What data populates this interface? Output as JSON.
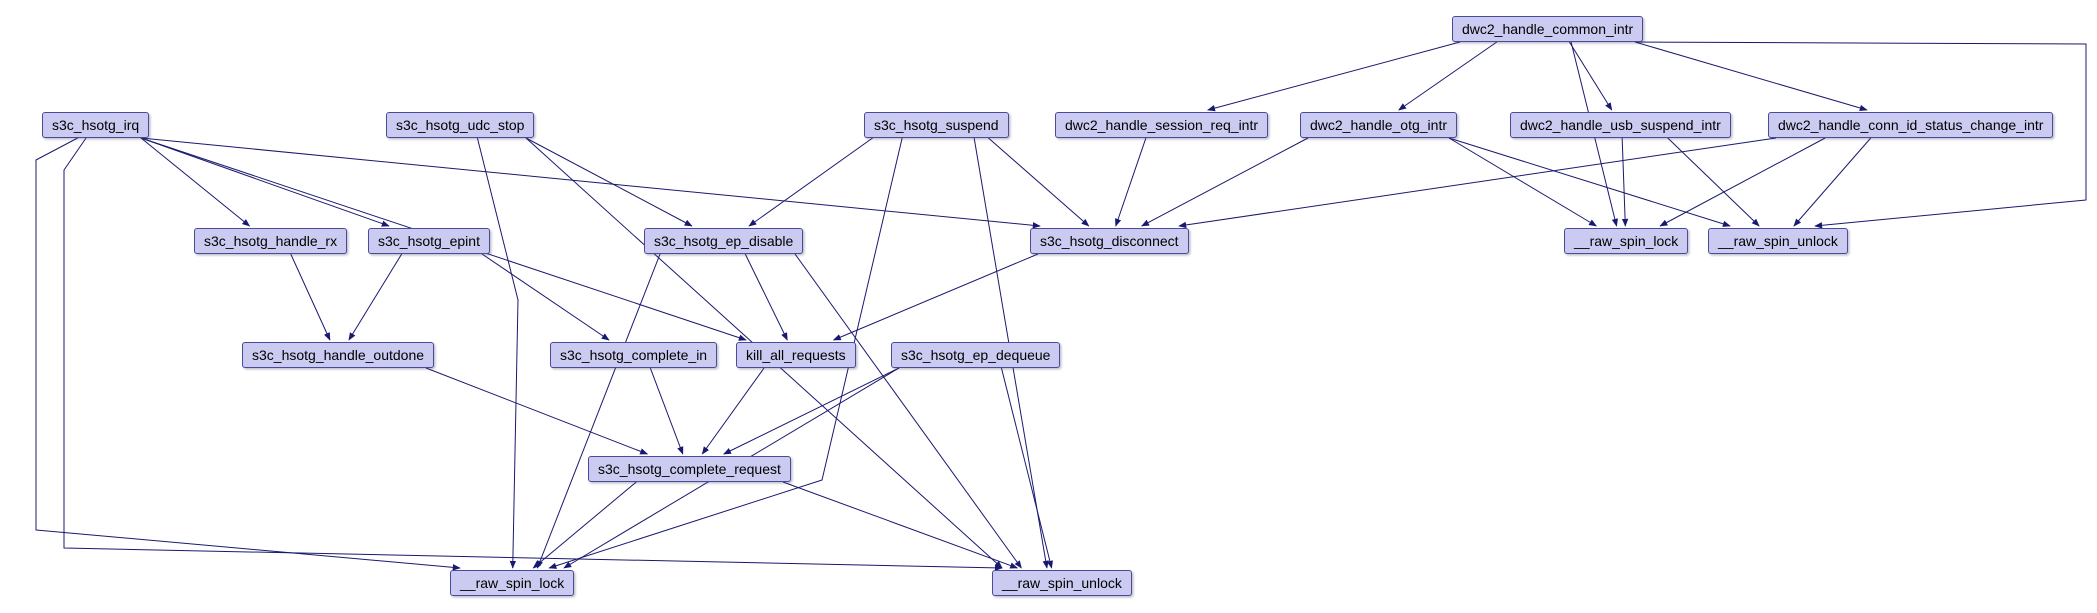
{
  "diagram": {
    "type": "call-graph",
    "colors": {
      "node_fill": "#cbcbf2",
      "node_border": "#4a4a98",
      "edge": "#191970"
    },
    "nodes": [
      {
        "id": "common_intr",
        "label": "dwc2_handle_common_intr"
      },
      {
        "id": "irq",
        "label": "s3c_hsotg_irq"
      },
      {
        "id": "udc_stop",
        "label": "s3c_hsotg_udc_stop"
      },
      {
        "id": "suspend",
        "label": "s3c_hsotg_suspend"
      },
      {
        "id": "session_req",
        "label": "dwc2_handle_session_req_intr"
      },
      {
        "id": "otg",
        "label": "dwc2_handle_otg_intr"
      },
      {
        "id": "usb_suspend",
        "label": "dwc2_handle_usb_suspend_intr"
      },
      {
        "id": "conn_id",
        "label": "dwc2_handle_conn_id_status_change_intr"
      },
      {
        "id": "handle_rx",
        "label": "s3c_hsotg_handle_rx"
      },
      {
        "id": "epint",
        "label": "s3c_hsotg_epint"
      },
      {
        "id": "ep_disable",
        "label": "s3c_hsotg_ep_disable"
      },
      {
        "id": "disconnect",
        "label": "s3c_hsotg_disconnect"
      },
      {
        "id": "lock_r",
        "label": "__raw_spin_lock"
      },
      {
        "id": "unlock_r",
        "label": "__raw_spin_unlock"
      },
      {
        "id": "outdone",
        "label": "s3c_hsotg_handle_outdone"
      },
      {
        "id": "complete_in",
        "label": "s3c_hsotg_complete_in"
      },
      {
        "id": "kill_all",
        "label": "kill_all_requests"
      },
      {
        "id": "dequeue",
        "label": "s3c_hsotg_ep_dequeue"
      },
      {
        "id": "complete_req",
        "label": "s3c_hsotg_complete_request"
      },
      {
        "id": "lock_b",
        "label": "__raw_spin_lock"
      },
      {
        "id": "unlock_b",
        "label": "__raw_spin_unlock"
      }
    ],
    "edges": [
      {
        "from": "common_intr",
        "to": "session_req"
      },
      {
        "from": "common_intr",
        "to": "otg"
      },
      {
        "from": "common_intr",
        "to": "usb_suspend"
      },
      {
        "from": "common_intr",
        "to": "conn_id"
      },
      {
        "from": "common_intr",
        "to": "lock_r"
      },
      {
        "from": "common_intr",
        "to": "unlock_r",
        "via": [
          [
            2086,
            44
          ],
          [
            2086,
            200
          ]
        ]
      },
      {
        "from": "session_req",
        "to": "disconnect"
      },
      {
        "from": "otg",
        "to": "disconnect"
      },
      {
        "from": "otg",
        "to": "lock_r"
      },
      {
        "from": "otg",
        "to": "unlock_r"
      },
      {
        "from": "usb_suspend",
        "to": "lock_r"
      },
      {
        "from": "usb_suspend",
        "to": "unlock_r"
      },
      {
        "from": "conn_id",
        "to": "disconnect"
      },
      {
        "from": "conn_id",
        "to": "lock_r"
      },
      {
        "from": "conn_id",
        "to": "unlock_r"
      },
      {
        "from": "irq",
        "to": "handle_rx"
      },
      {
        "from": "irq",
        "to": "epint"
      },
      {
        "from": "irq",
        "to": "disconnect"
      },
      {
        "from": "irq",
        "to": "kill_all"
      },
      {
        "from": "irq",
        "to": "lock_b",
        "via": [
          [
            36,
            160
          ],
          [
            36,
            530
          ]
        ]
      },
      {
        "from": "irq",
        "to": "unlock_b",
        "via": [
          [
            64,
            170
          ],
          [
            64,
            548
          ]
        ]
      },
      {
        "from": "udc_stop",
        "to": "ep_disable"
      },
      {
        "from": "udc_stop",
        "to": "lock_b",
        "via": [
          [
            518,
            300
          ]
        ]
      },
      {
        "from": "udc_stop",
        "to": "unlock_b"
      },
      {
        "from": "suspend",
        "to": "disconnect"
      },
      {
        "from": "suspend",
        "to": "ep_disable"
      },
      {
        "from": "suspend",
        "to": "lock_b",
        "via": [
          [
            822,
            480
          ]
        ]
      },
      {
        "from": "suspend",
        "to": "unlock_b"
      },
      {
        "from": "handle_rx",
        "to": "outdone"
      },
      {
        "from": "epint",
        "to": "outdone"
      },
      {
        "from": "epint",
        "to": "complete_in"
      },
      {
        "from": "ep_disable",
        "to": "kill_all"
      },
      {
        "from": "ep_disable",
        "to": "lock_b"
      },
      {
        "from": "ep_disable",
        "to": "unlock_b"
      },
      {
        "from": "disconnect",
        "to": "kill_all"
      },
      {
        "from": "outdone",
        "to": "complete_req"
      },
      {
        "from": "complete_in",
        "to": "complete_req"
      },
      {
        "from": "kill_all",
        "to": "complete_req"
      },
      {
        "from": "dequeue",
        "to": "complete_req"
      },
      {
        "from": "dequeue",
        "to": "lock_b"
      },
      {
        "from": "dequeue",
        "to": "unlock_b"
      },
      {
        "from": "complete_req",
        "to": "lock_b"
      },
      {
        "from": "complete_req",
        "to": "unlock_b"
      }
    ]
  }
}
